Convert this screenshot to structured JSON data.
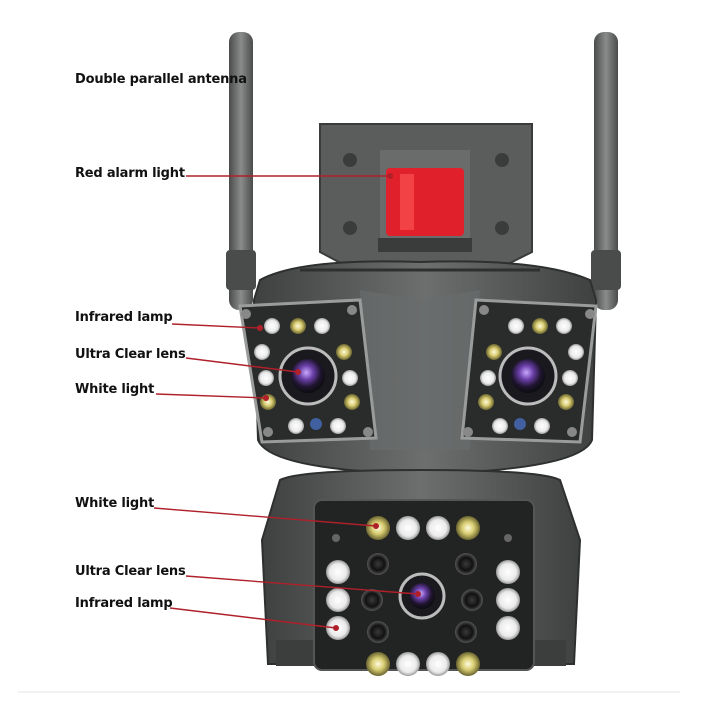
{
  "labels": {
    "antenna": "Double parallel antenna",
    "red_alarm": "Red alarm light",
    "infrared_top": "Infrared lamp",
    "lens_top": "Ultra Clear lens",
    "white_top": "White light",
    "white_bottom": "White light",
    "lens_bottom": "Ultra Clear lens",
    "infrared_bottom": "Infrared lamp"
  },
  "colors": {
    "body": "#5a5c5c",
    "body_dark": "#3a3c3c",
    "panel": "#2a2b2b",
    "alarm_red": "#e0202a",
    "leader_line": "#b0202a",
    "led_white": "#f4f4f4",
    "led_yellow": "#d8cc70",
    "lens_purple": "#6a4a9a"
  }
}
